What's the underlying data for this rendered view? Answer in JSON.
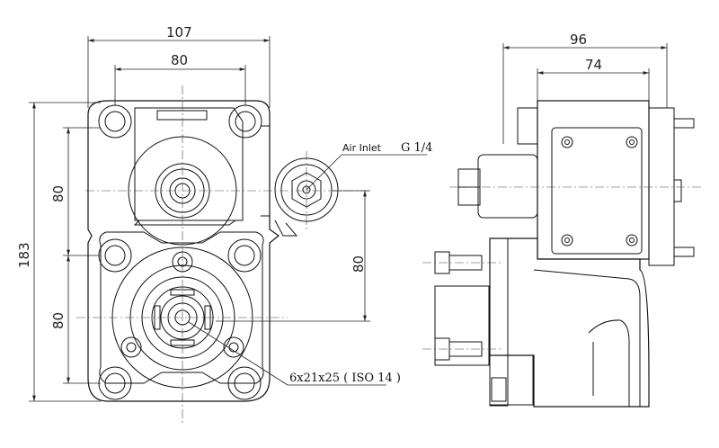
{
  "front_view": {
    "dim_overall_width": "107",
    "dim_bolt_spacing": "80",
    "dim_overall_height": "183",
    "dim_upper_spacing": "80",
    "dim_lower_spacing": "80",
    "dim_inlet_offset": "80",
    "air_inlet_label": "Air Inlet",
    "air_inlet_thread": "G 1/4",
    "shaft_spec": "6x21x25 ( ISO 14 )"
  },
  "side_view": {
    "dim_overall_depth": "96",
    "dim_body_depth": "74"
  }
}
